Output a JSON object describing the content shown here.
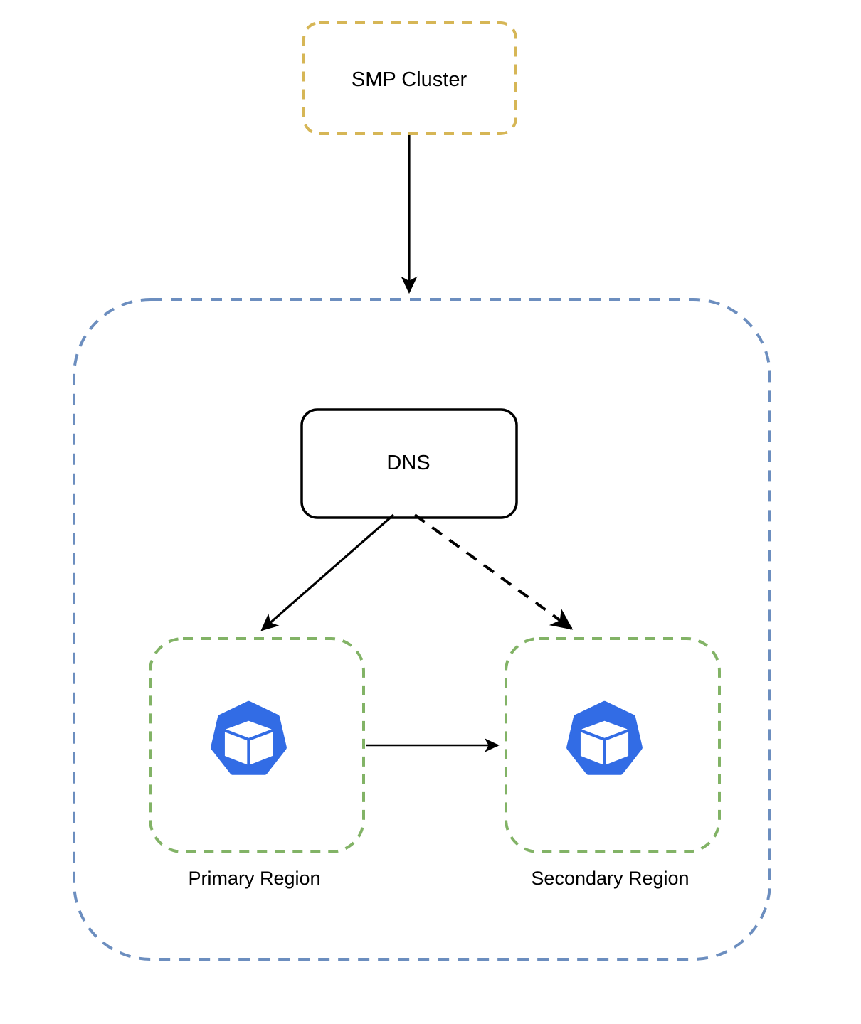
{
  "diagram": {
    "title": "SMP Cluster multi-region Kubernetes DNS failover diagram",
    "colors": {
      "smp_border": "#d6b656",
      "outer_border": "#6c8ebf",
      "region_border": "#82b366",
      "dns_border": "#000000",
      "edge": "#000000",
      "kubernetes_blue": "#326ce5",
      "background": "#ffffff"
    },
    "nodes": {
      "smp_cluster": {
        "label": "SMP Cluster",
        "shape": "rounded-rectangle",
        "stroke": "dashed",
        "color": "#d6b656"
      },
      "outer_boundary": {
        "label": "",
        "shape": "rounded-rectangle",
        "stroke": "dashed",
        "color": "#6c8ebf"
      },
      "dns": {
        "label": "DNS",
        "shape": "rounded-rectangle",
        "stroke": "solid",
        "color": "#000000"
      },
      "primary_region": {
        "label": "Primary Region",
        "shape": "rounded-rectangle",
        "stroke": "dashed",
        "color": "#82b366",
        "icon": "kubernetes-icon"
      },
      "secondary_region": {
        "label": "Secondary Region",
        "shape": "rounded-rectangle",
        "stroke": "dashed",
        "color": "#82b366",
        "icon": "kubernetes-icon"
      }
    },
    "edges": [
      {
        "id": "smp-to-boundary",
        "from": "smp_cluster",
        "to": "outer_boundary",
        "style": "solid",
        "arrow": "end",
        "label": ""
      },
      {
        "id": "dns-to-primary",
        "from": "dns",
        "to": "primary_region",
        "style": "solid",
        "arrow": "end",
        "label": ""
      },
      {
        "id": "dns-to-secondary",
        "from": "dns",
        "to": "secondary_region",
        "style": "dashed",
        "arrow": "end",
        "label": ""
      },
      {
        "id": "primary-to-secondary",
        "from": "primary_region",
        "to": "secondary_region",
        "style": "solid",
        "arrow": "end",
        "label": ""
      }
    ]
  }
}
